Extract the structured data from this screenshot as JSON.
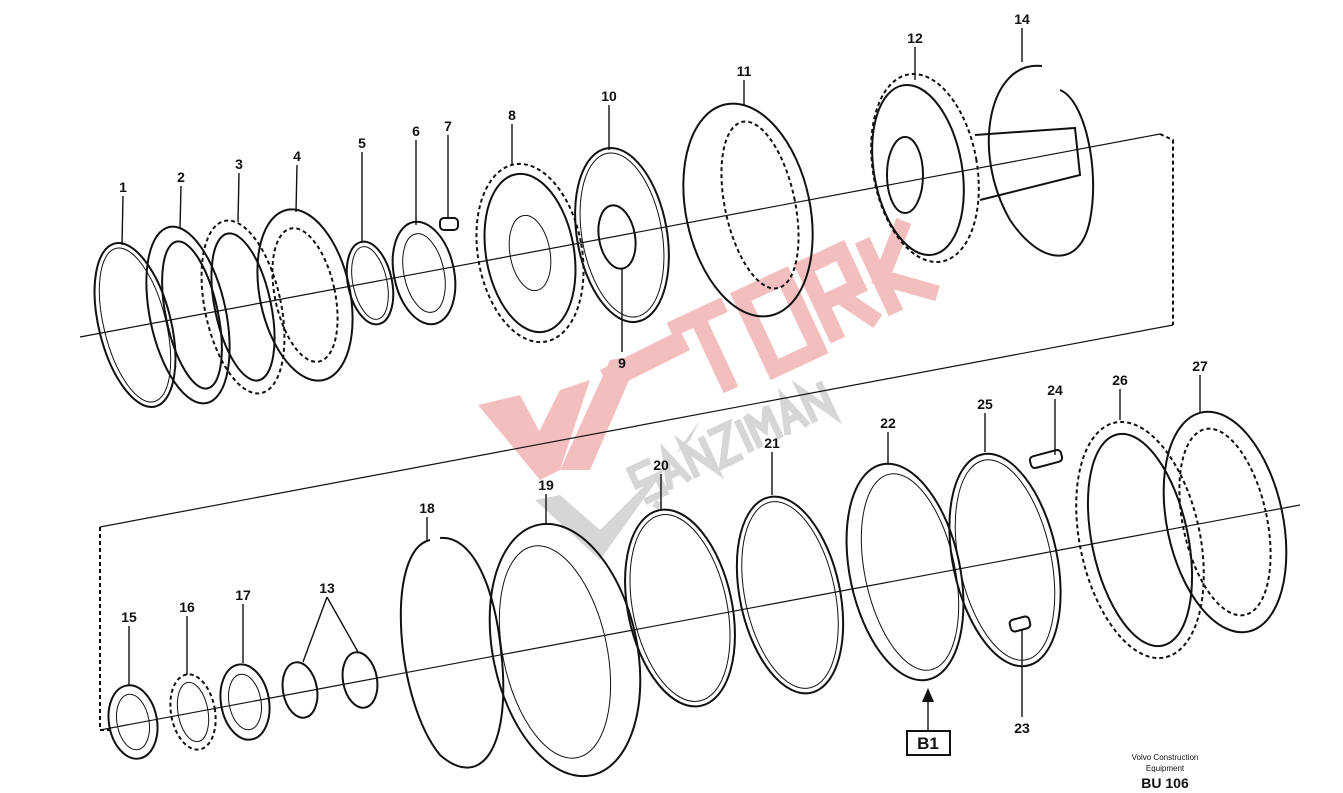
{
  "diagram": {
    "part_numbers": [
      "1",
      "2",
      "3",
      "4",
      "5",
      "6",
      "7",
      "8",
      "9",
      "10",
      "11",
      "12",
      "14",
      "15",
      "16",
      "17",
      "13",
      "18",
      "19",
      "20",
      "21",
      "22",
      "25",
      "24",
      "26",
      "27",
      "23"
    ],
    "callout_box": "B1",
    "manufacturer": "Volvo Construction Equipment",
    "manufacturer_line1": "Volvo Construction",
    "manufacturer_line2": "Equipment",
    "drawing_code": "BU 106",
    "watermark": {
      "line1": "TORK",
      "line2": "ŞANZIMAN",
      "colors": {
        "red": "#e88a8a",
        "gray": "#b5b5b5"
      }
    }
  }
}
